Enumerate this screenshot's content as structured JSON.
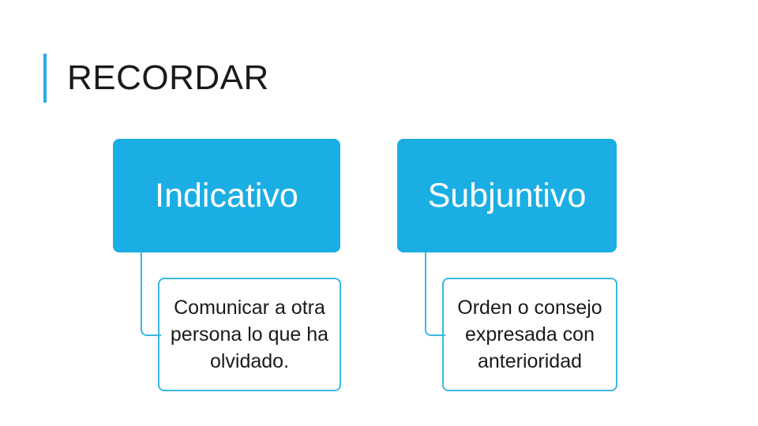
{
  "slide": {
    "title": "RECORDAR",
    "accent_color": "#29ABE2",
    "node_fill_color": "#1BAEE4",
    "node_border_color": "#3BB7E3",
    "background_color": "#FFFFFF"
  },
  "diagram": {
    "branches": [
      {
        "header": "Indicativo",
        "detail": "Comunicar a otra persona lo que ha olvidado."
      },
      {
        "header": "Subjuntivo",
        "detail": "Orden o consejo expresada con anterioridad"
      }
    ]
  }
}
